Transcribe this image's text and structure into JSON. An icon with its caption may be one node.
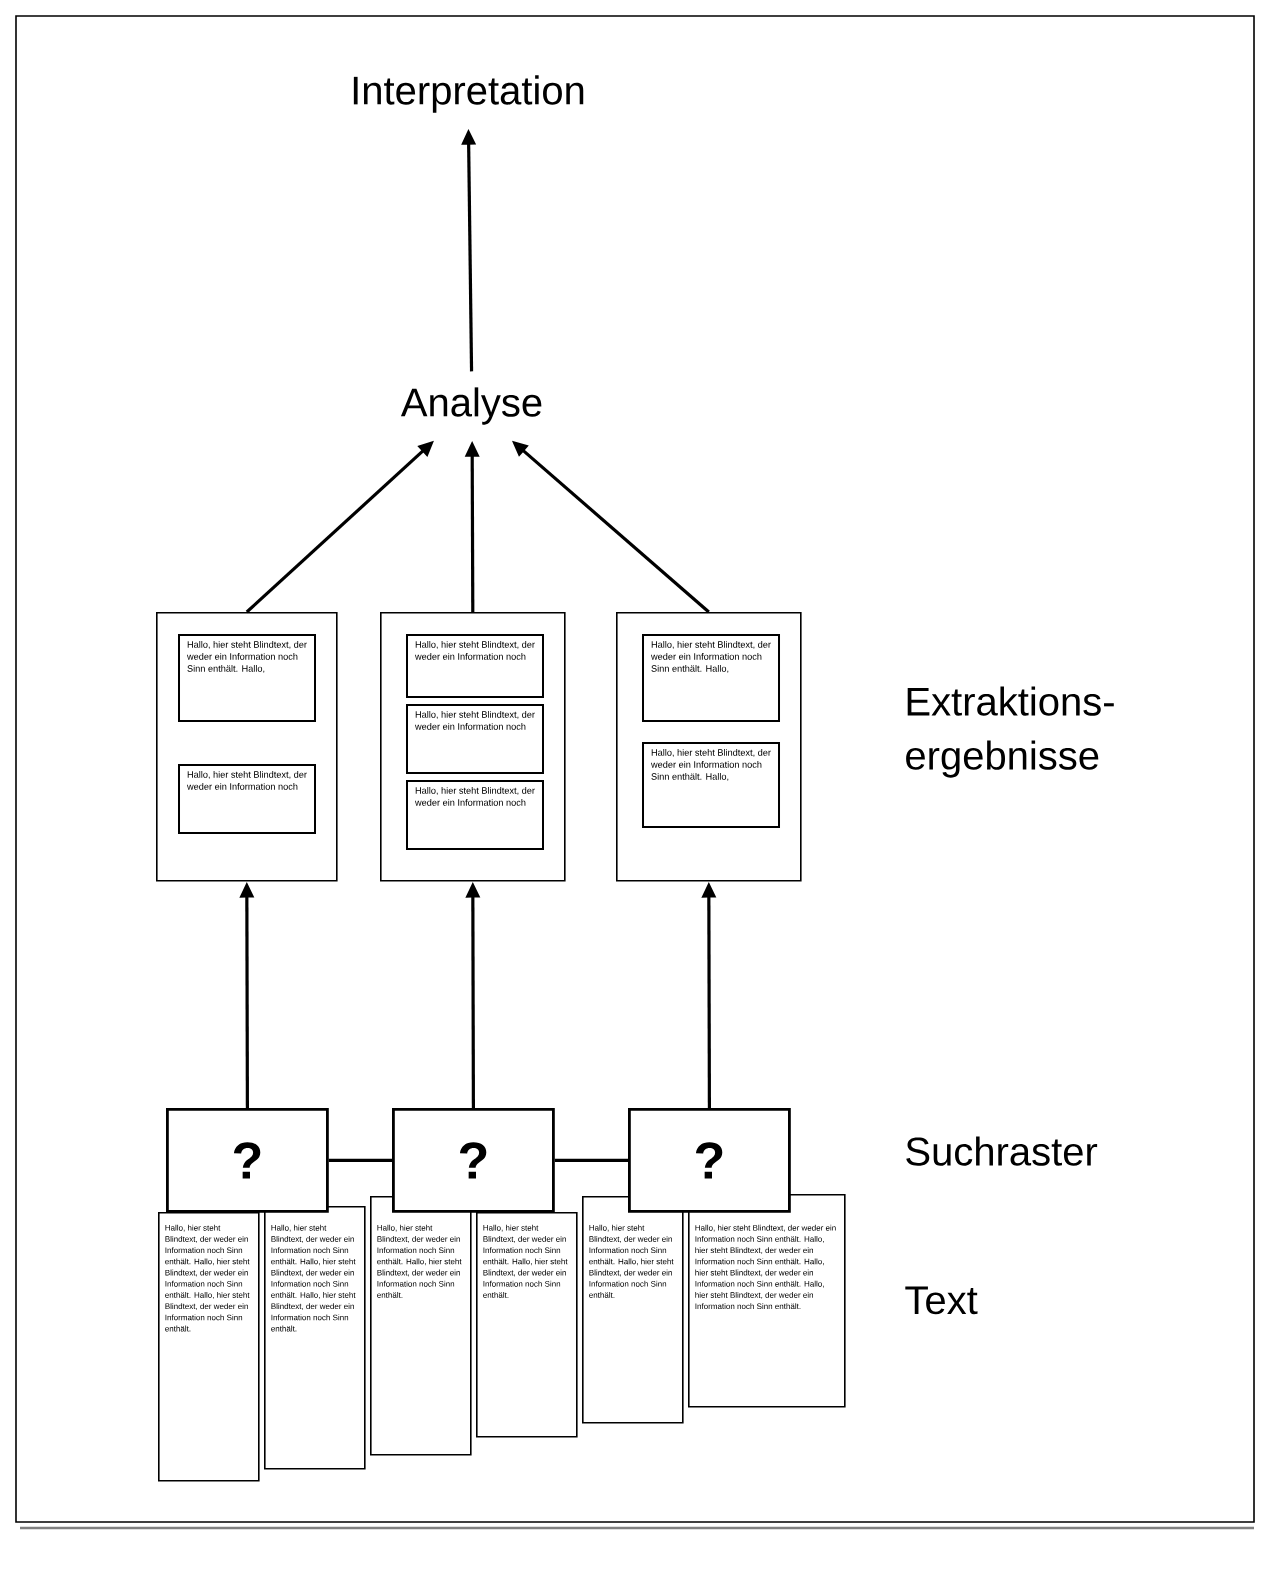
{
  "diagram": {
    "nodes": [
      {
        "text": [
          "Interpretation"
        ]
      },
      {
        "text": [
          "Analyse"
        ]
      },
      {
        "text": [],
        "shape": "box"
      },
      {
        "text": [
          "Hallo, hier steht Blindtext, der weder ein Information noch Sinn enthält. Hallo,"
        ],
        "in": 2
      },
      {
        "text": [
          "Hallo, hier steht Blindtext, der weder ein Information noch"
        ],
        "in": 2
      },
      {
        "text": [],
        "shape": "box"
      },
      {
        "text": [
          "Hallo, hier steht Blindtext, der weder ein Information noch"
        ],
        "in": 5
      },
      {
        "text": [
          "Hallo, hier steht Blindtext, der weder ein Information noch"
        ],
        "in": 5
      },
      {
        "text": [
          "Hallo, hier steht Blindtext, der weder ein Information noch"
        ],
        "in": 5
      },
      {
        "text": [],
        "shape": "box"
      },
      {
        "text": [
          "Hallo, hier steht Blindtext, der weder ein Information noch Sinn enthält. Hallo,"
        ],
        "in": 9
      },
      {
        "text": [
          "Hallo, hier steht Blindtext, der weder ein Information noch Sinn enthält. Hallo,"
        ],
        "in": 9
      },
      {
        "text": [
          "?"
        ]
      },
      {
        "text": [
          "?"
        ]
      },
      {
        "text": [
          "?"
        ]
      },
      {
        "text": [
          "Hallo, hier steht Blindtext, der weder ein Information noch Sinn enthält. Hallo, hier steht Blindtext, der weder ein Information noch Sinn enthält. Hallo, hier steht Blindtext, der weder ein Information noch Sinn enthält."
        ]
      },
      {
        "text": [
          "Hallo, hier steht Blindtext, der weder ein Information noch Sinn enthält. Hallo, hier steht Blindtext, der weder ein Information noch Sinn enthält. Hallo, hier steht Blindtext, der weder ein Information noch Sinn enthält."
        ]
      },
      {
        "text": [
          "Hallo, hier steht Blindtext, der weder ein Information noch Sinn enthält. Hallo, hier steht Blindtext, der weder ein Information noch Sinn enthält."
        ]
      },
      {
        "text": [
          "Hallo, hier steht Blindtext, der weder ein Information noch Sinn enthält. Hallo, hier steht Blindtext, der weder ein Information noch Sinn enthält."
        ]
      },
      {
        "text": [
          "Hallo, hier steht Blindtext, der weder ein Information noch Sinn enthält. Hallo, hier steht Blindtext, der weder ein Information noch Sinn enthält."
        ]
      },
      {
        "text": [
          "Hallo, hier steht Blindtext, der weder ein Information noch Sinn enthält. Hallo, hier steht Blindtext, der weder ein Information noch Sinn enthält. Hallo, hier steht Blindtext, der weder ein Information noch Sinn enthält. Hallo, hier steht Blindtext, der weder ein Information noch Sinn enthält."
        ]
      }
    ],
    "edges": [
      {
        "from": 1,
        "to": 0,
        "arrow": "to"
      },
      {
        "from": 2,
        "to": 1,
        "arrow": "to"
      },
      {
        "from": 5,
        "to": 1,
        "arrow": "to"
      },
      {
        "from": 9,
        "to": 1,
        "arrow": "to"
      },
      {
        "from": 12,
        "to": 2,
        "arrow": "to"
      },
      {
        "from": 13,
        "to": 5,
        "arrow": "to"
      },
      {
        "from": 14,
        "to": 9,
        "arrow": "to"
      },
      {
        "from": 12,
        "to": 13,
        "arrow": "none"
      },
      {
        "from": 13,
        "to": 14,
        "arrow": "none"
      }
    ],
    "labels": [
      "Extraktions- ergebnisse",
      "Suchraster",
      "Text"
    ]
  }
}
